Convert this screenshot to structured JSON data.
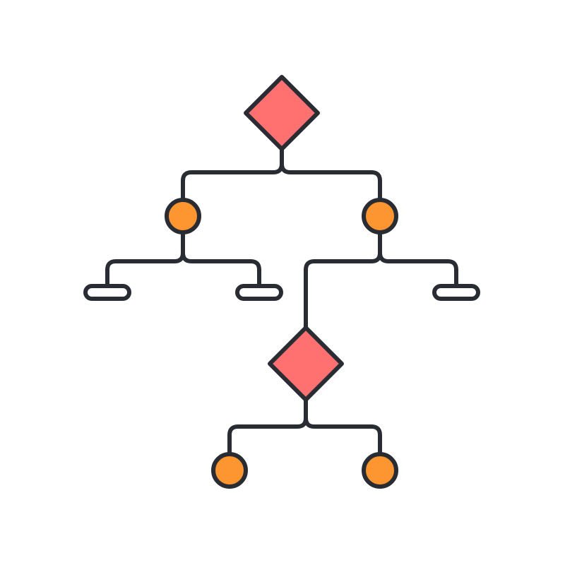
{
  "colors": {
    "stroke": "#292d33",
    "decision_fill": "#ff7070",
    "node_fill": "#fd9530",
    "terminal_fill": "#ffffff",
    "background": "#ffffff"
  },
  "diagram": {
    "type": "decision-tree",
    "nodes": [
      {
        "id": "root",
        "shape": "diamond"
      },
      {
        "id": "left-node",
        "shape": "circle",
        "parent": "root"
      },
      {
        "id": "right-node",
        "shape": "circle",
        "parent": "root"
      },
      {
        "id": "leaf-1",
        "shape": "pill",
        "parent": "left-node"
      },
      {
        "id": "leaf-2",
        "shape": "pill",
        "parent": "left-node"
      },
      {
        "id": "sub-decision",
        "shape": "diamond",
        "parent": "right-node"
      },
      {
        "id": "leaf-3",
        "shape": "pill",
        "parent": "right-node"
      },
      {
        "id": "leaf-4",
        "shape": "circle",
        "parent": "sub-decision"
      },
      {
        "id": "leaf-5",
        "shape": "circle",
        "parent": "sub-decision"
      }
    ]
  }
}
